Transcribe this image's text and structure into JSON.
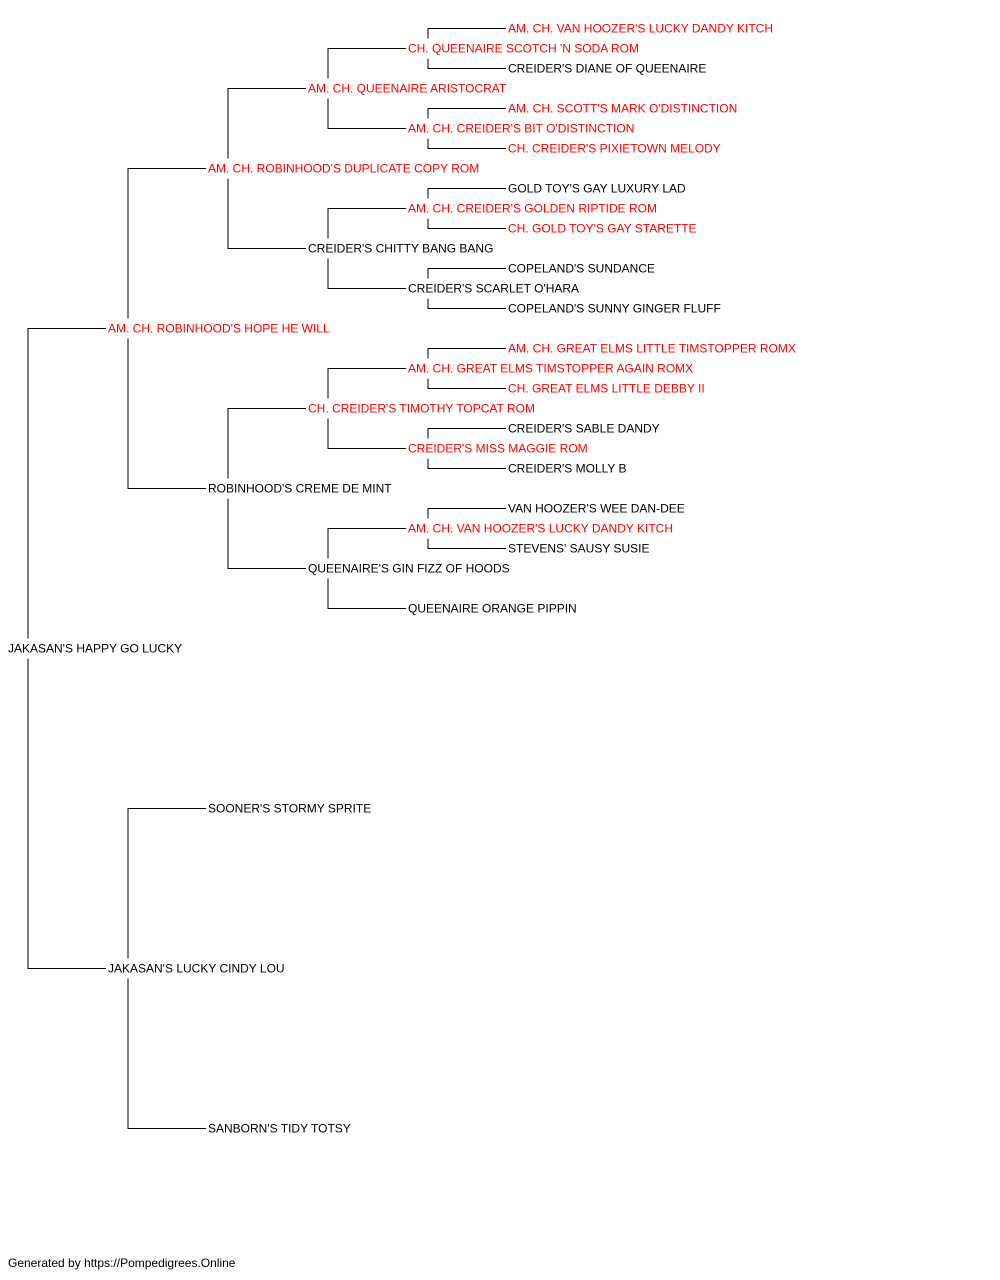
{
  "colors": {
    "champion": "#ff0000",
    "normal": "#000000",
    "line": "#000000"
  },
  "pedigree": {
    "name": "JAKASAN'S HAPPY GO LUCKY",
    "champion": false,
    "sire": {
      "name": "AM. CH. ROBINHOOD'S HOPE HE WILL",
      "champion": true,
      "sire": {
        "name": "AM. CH. ROBINHOOD'S DUPLICATE COPY ROM",
        "champion": true,
        "sire": {
          "name": "AM. CH. QUEENAIRE ARISTOCRAT",
          "champion": true,
          "sire": {
            "name": "CH. QUEENAIRE SCOTCH 'N SODA ROM",
            "champion": true,
            "sire": {
              "name": "AM. CH. VAN HOOZER'S LUCKY DANDY KITCH",
              "champion": true
            },
            "dam": {
              "name": "CREIDER'S DIANE OF QUEENAIRE",
              "champion": false
            }
          },
          "dam": {
            "name": "AM. CH. CREIDER'S BIT O'DISTINCTION",
            "champion": true,
            "sire": {
              "name": "AM. CH. SCOTT'S MARK O'DISTINCTION",
              "champion": true
            },
            "dam": {
              "name": "CH. CREIDER'S PIXIETOWN MELODY",
              "champion": true
            }
          }
        },
        "dam": {
          "name": "CREIDER'S CHITTY BANG BANG",
          "champion": false,
          "sire": {
            "name": "AM. CH. CREIDER'S GOLDEN RIPTIDE ROM",
            "champion": true,
            "sire": {
              "name": "GOLD TOY'S GAY LUXURY LAD",
              "champion": false
            },
            "dam": {
              "name": "CH. GOLD TOY'S GAY STARETTE",
              "champion": true
            }
          },
          "dam": {
            "name": "CREIDER'S SCARLET O'HARA",
            "champion": false,
            "sire": {
              "name": "COPELAND'S SUNDANCE",
              "champion": false
            },
            "dam": {
              "name": "COPELAND'S SUNNY GINGER FLUFF",
              "champion": false
            }
          }
        }
      },
      "dam": {
        "name": "ROBINHOOD'S CREME DE MINT",
        "champion": false,
        "sire": {
          "name": "CH. CREIDER'S TIMOTHY TOPCAT ROM",
          "champion": true,
          "sire": {
            "name": "AM. CH. GREAT ELMS TIMSTOPPER AGAIN ROMX",
            "champion": true,
            "sire": {
              "name": "AM. CH. GREAT ELMS LITTLE TIMSTOPPER ROMX",
              "champion": true
            },
            "dam": {
              "name": "CH. GREAT ELMS LITTLE DEBBY II",
              "champion": true
            }
          },
          "dam": {
            "name": "CREIDER'S MISS MAGGIE ROM",
            "champion": true,
            "sire": {
              "name": "CREIDER'S SABLE DANDY",
              "champion": false
            },
            "dam": {
              "name": "CREIDER'S MOLLY B",
              "champion": false
            }
          }
        },
        "dam": {
          "name": "QUEENAIRE'S GIN FIZZ OF HOODS",
          "champion": false,
          "sire": {
            "name": "AM. CH. VAN HOOZER'S LUCKY DANDY KITCH",
            "champion": true,
            "sire": {
              "name": "VAN HOOZER'S WEE DAN-DEE",
              "champion": false
            },
            "dam": {
              "name": "STEVENS' SAUSY SUSIE",
              "champion": false
            }
          },
          "dam": {
            "name": "QUEENAIRE ORANGE PIPPIN",
            "champion": false
          }
        }
      }
    },
    "dam": {
      "name": "JAKASAN'S LUCKY CINDY LOU",
      "champion": false,
      "sire": {
        "name": "SOONER'S STORMY SPRITE",
        "champion": false
      },
      "dam": {
        "name": "SANBORN'S TIDY TOTSY",
        "champion": false
      }
    }
  },
  "footer": "Generated by https://Pompedigrees.Online"
}
